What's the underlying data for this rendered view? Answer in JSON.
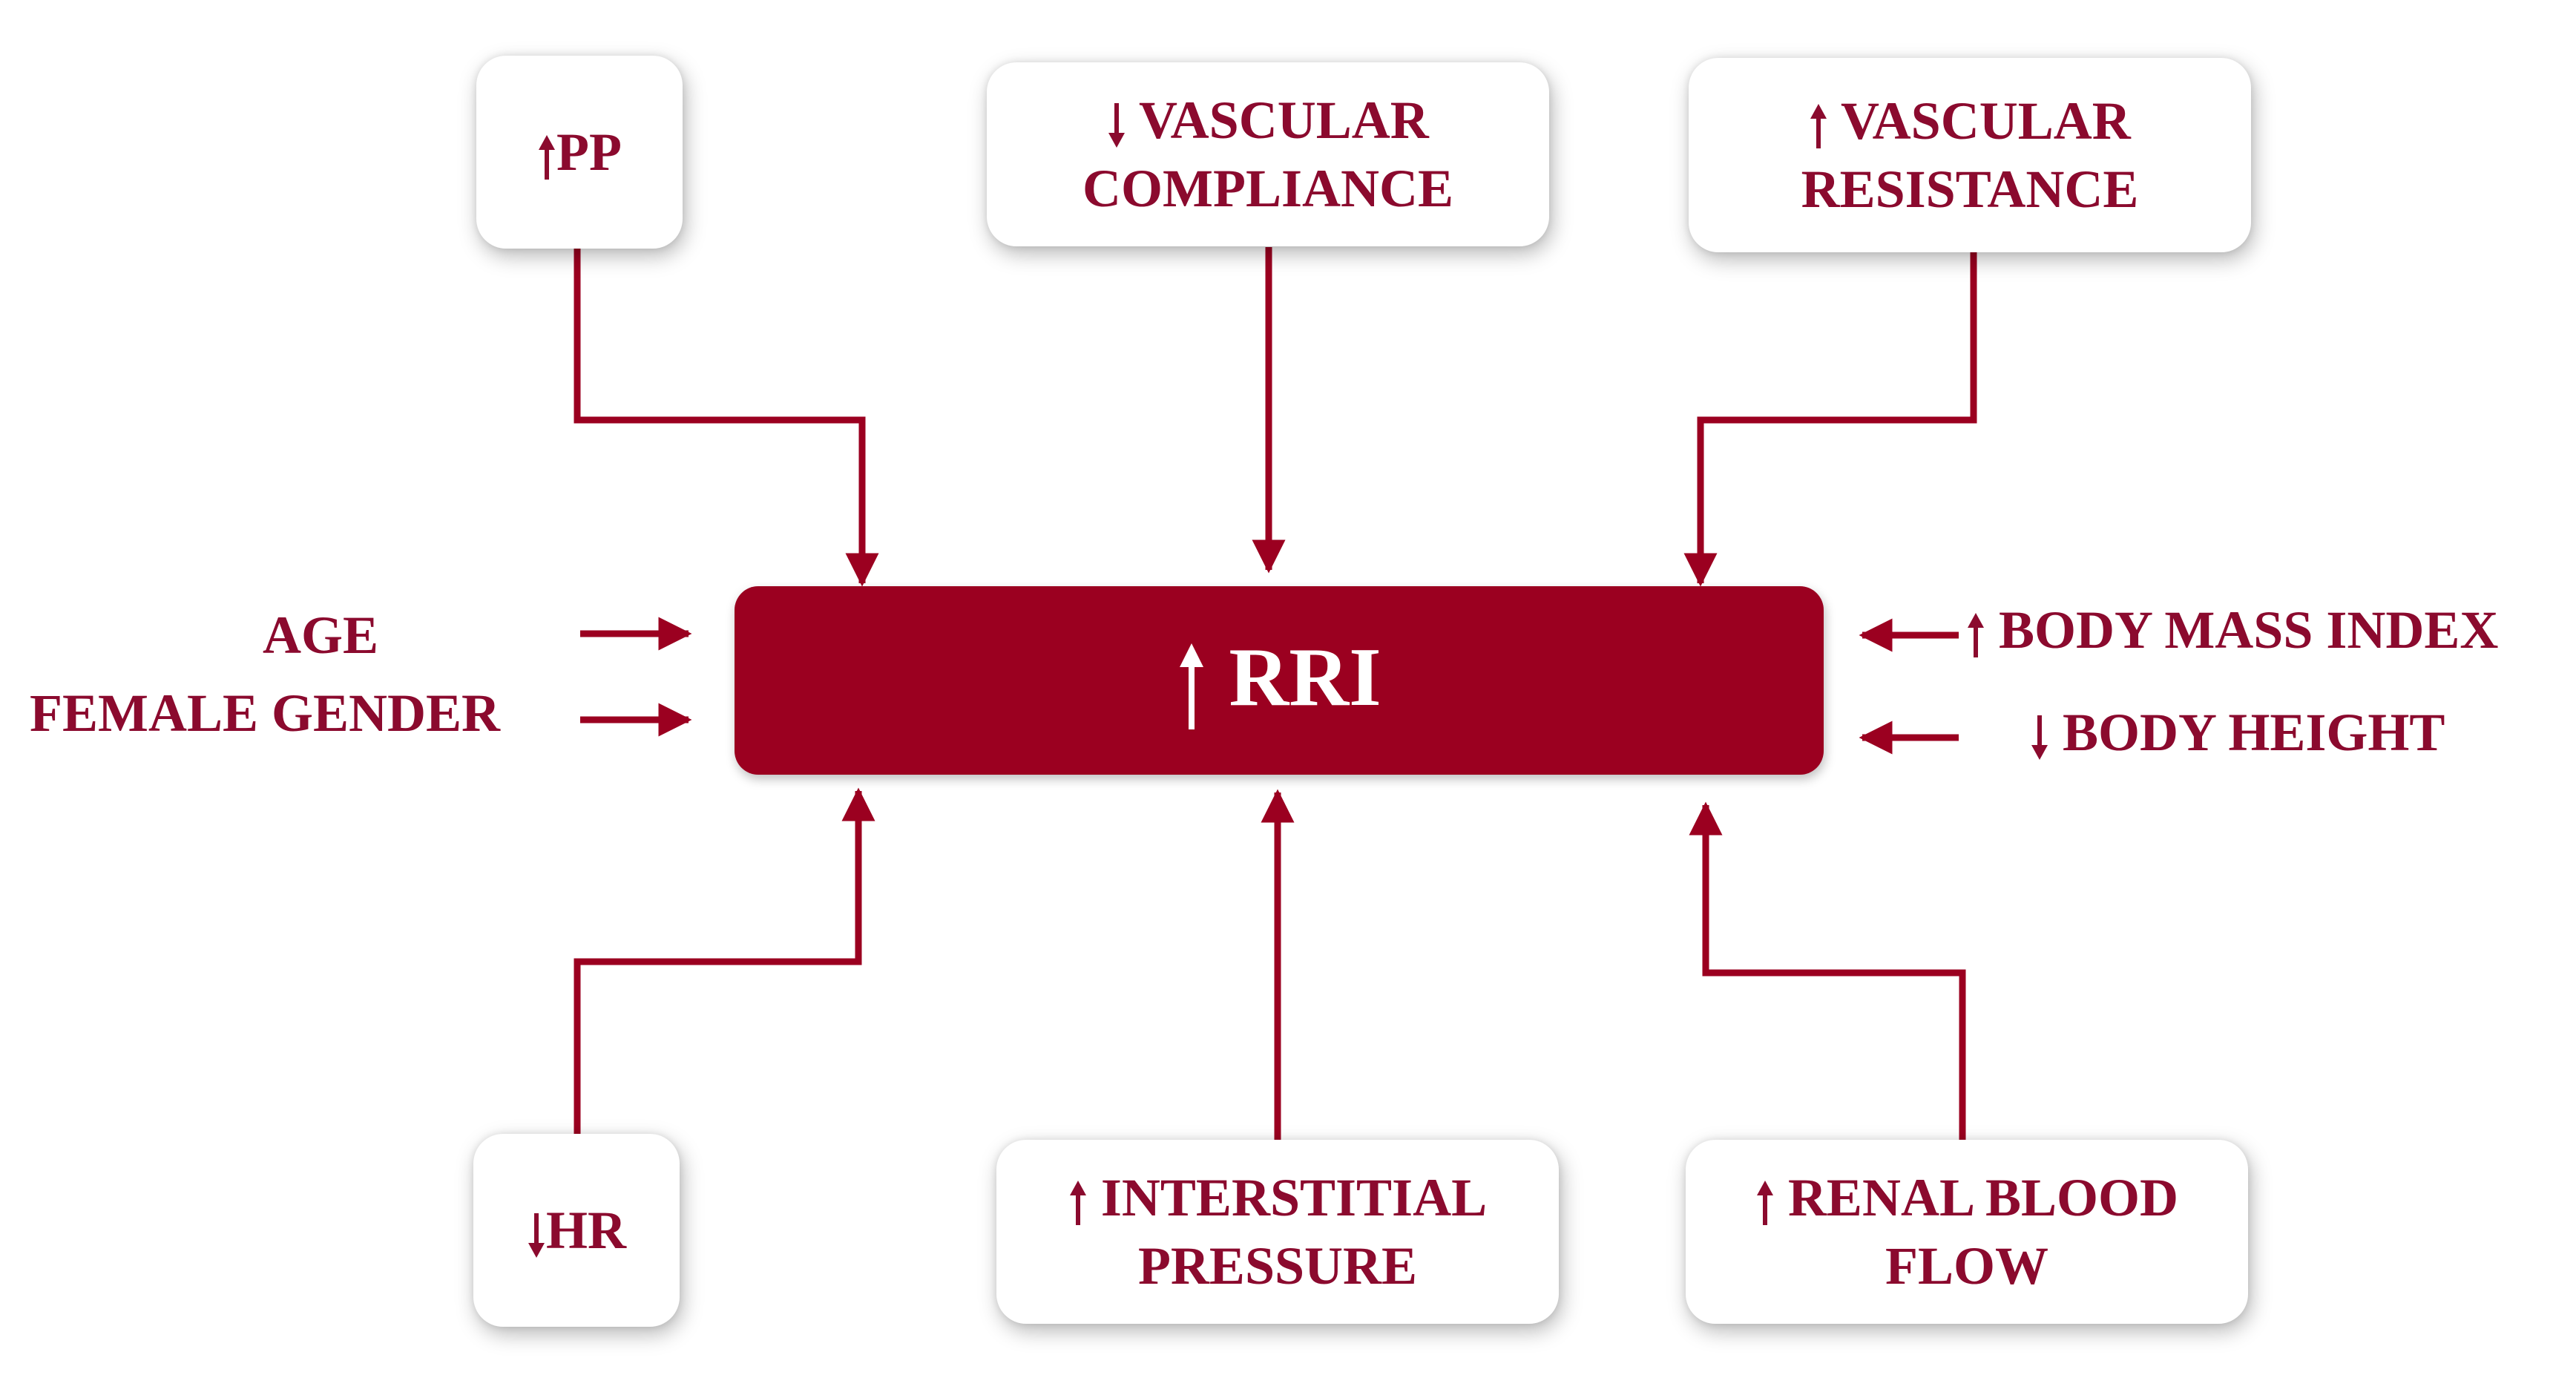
{
  "colors": {
    "accent": "#9b0020",
    "text": "#8b0a2e",
    "background": "#ffffff"
  },
  "center": {
    "label": "RRI",
    "indicator": "up-arrow-icon"
  },
  "boxes": [
    {
      "id": "pp",
      "label": "PP",
      "indicator": "up-arrow-icon"
    },
    {
      "id": "vascular-compliance",
      "label_lines": [
        "VASCULAR",
        "COMPLIANCE"
      ],
      "indicator": "down-arrow-icon"
    },
    {
      "id": "vascular-resistance",
      "label_lines": [
        "VASCULAR",
        "RESISTANCE"
      ],
      "indicator": "up-arrow-icon"
    },
    {
      "id": "hr",
      "label": "HR",
      "indicator": "down-arrow-icon"
    },
    {
      "id": "interstitial-pressure",
      "label_lines": [
        "INTERSTITIAL",
        "PRESSURE"
      ],
      "indicator": "up-arrow-icon"
    },
    {
      "id": "renal-blood-flow",
      "label_lines": [
        "RENAL BLOOD",
        "FLOW"
      ],
      "indicator": "up-arrow-icon"
    }
  ],
  "left_factors": [
    {
      "label": "AGE"
    },
    {
      "label": "FEMALE GENDER"
    }
  ],
  "right_factors": [
    {
      "label": "BODY MASS INDEX",
      "indicator": "up-arrow-icon"
    },
    {
      "label": "BODY HEIGHT",
      "indicator": "down-arrow-icon"
    }
  ]
}
